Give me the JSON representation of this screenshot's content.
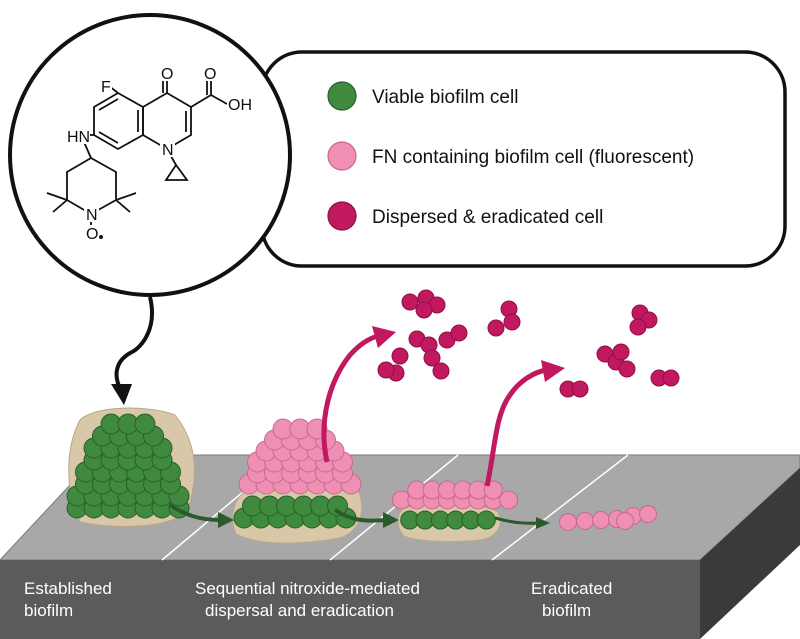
{
  "molecule": {
    "atoms": {
      "fluorine": "F",
      "oxygen_keto": "O",
      "carboxyl_o": "O",
      "carboxyl_oh": "OH",
      "amine": "HN",
      "ring_n": "N",
      "nitroxide_n": "N",
      "nitroxide_o": "O"
    }
  },
  "legend": {
    "items": [
      {
        "label": "Viable biofilm cell",
        "color": "#3f8a3f"
      },
      {
        "label": "FN containing biofilm cell (fluorescent)",
        "color": "#ef8fb4"
      },
      {
        "label": "Dispersed & eradicated cell",
        "color": "#c2185f"
      }
    ]
  },
  "stages": {
    "established": [
      "Established",
      "biofilm"
    ],
    "sequential": [
      "Sequential nitroxide-mediated",
      "dispersal and eradication"
    ],
    "eradicated": [
      "Eradicated",
      "biofilm"
    ]
  },
  "colors": {
    "viable": "#3f8a3f",
    "fluorescent": "#ef8fb4",
    "dispersed": "#c2185f",
    "matrix": "#d8c8a8",
    "slab_top": "#a8a8a8",
    "slab_front": "#5b5b5b",
    "slab_side": "#3a3a3a",
    "arrow_green": "#2c5a2c"
  }
}
